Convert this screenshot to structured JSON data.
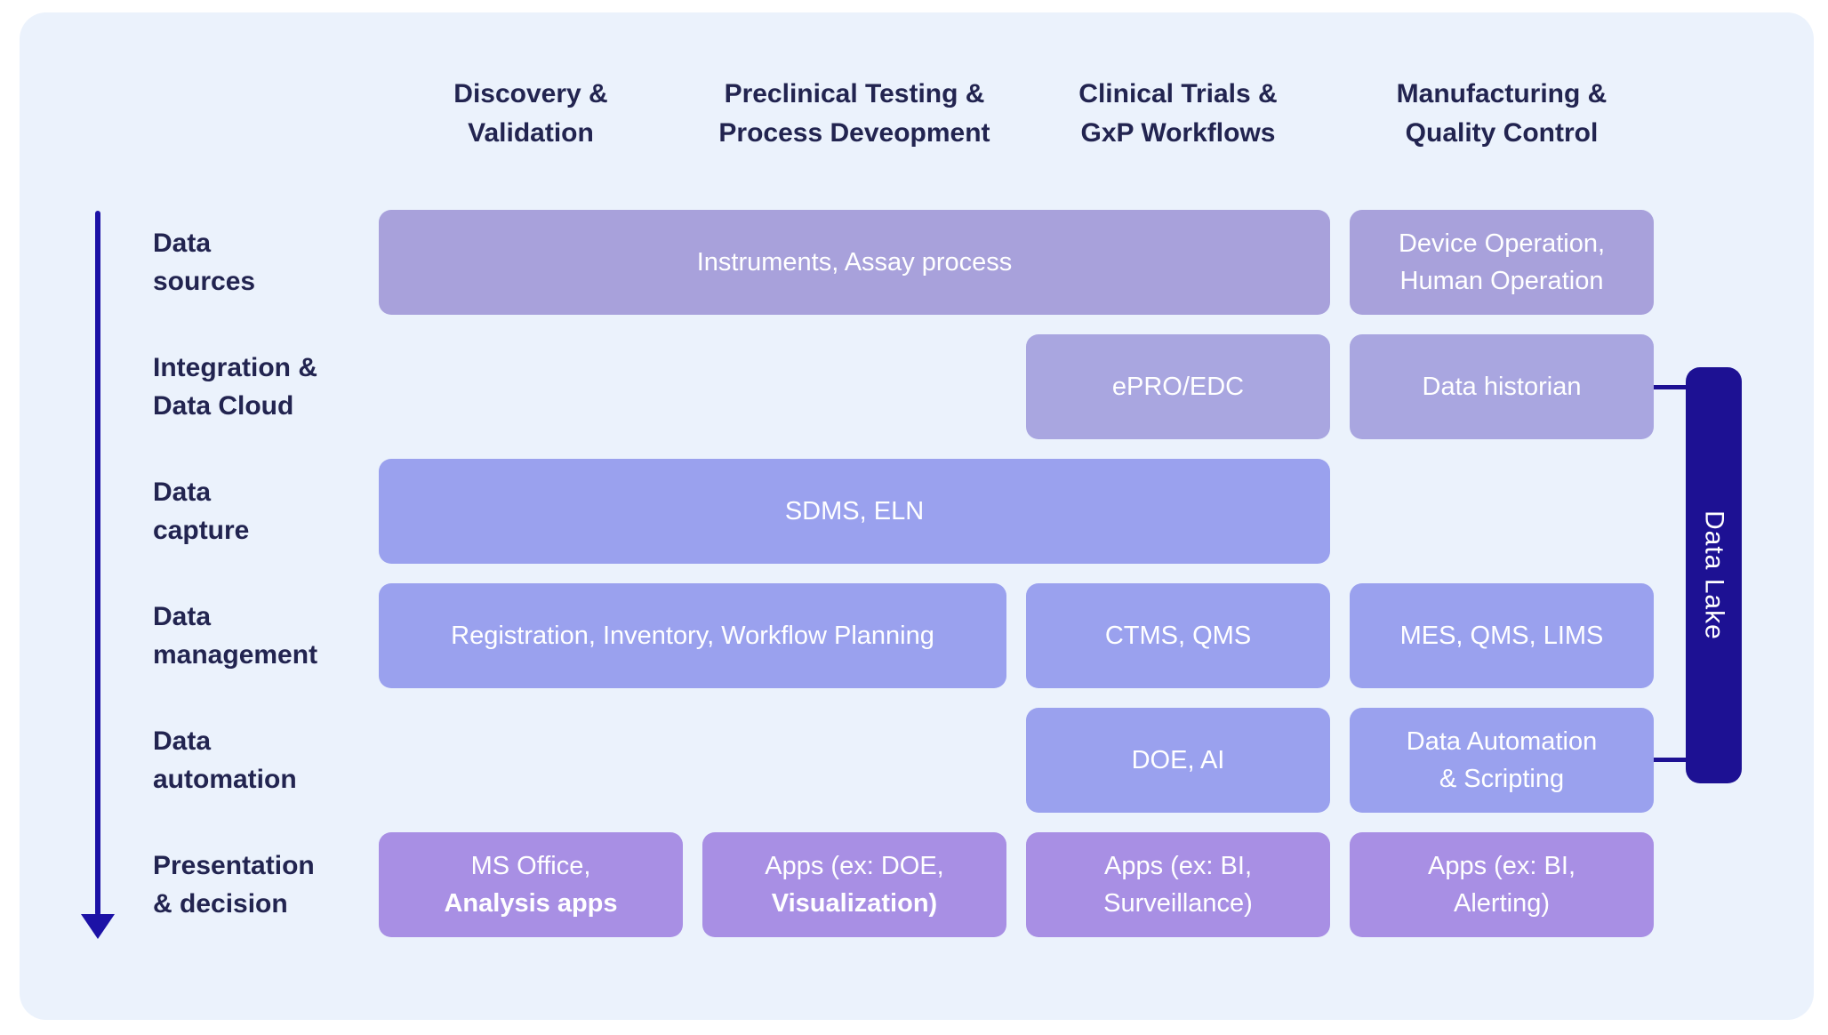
{
  "columns": [
    {
      "line1": "Discovery &",
      "line2": "Validation"
    },
    {
      "line1": "Preclinical Testing &",
      "line2": "Process Deveopment"
    },
    {
      "line1": "Clinical Trials &",
      "line2": "GxP Workflows"
    },
    {
      "line1": "Manufacturing &",
      "line2": "Quality Control"
    }
  ],
  "rows": [
    {
      "line1": "Data",
      "line2": "sources"
    },
    {
      "line1": "Integration &",
      "line2": "Data Cloud"
    },
    {
      "line1": "Data",
      "line2": "capture"
    },
    {
      "line1": "Data",
      "line2": "management"
    },
    {
      "line1": "Data",
      "line2": "automation"
    },
    {
      "line1": "Presentation",
      "line2": "& decision"
    }
  ],
  "boxes": {
    "instruments": {
      "label": "Instruments, Assay process"
    },
    "device_operation": {
      "line1": "Device Operation,",
      "line2": "Human Operation"
    },
    "epro_edc": {
      "label": "ePRO/EDC"
    },
    "data_historian": {
      "label": "Data historian"
    },
    "sdms_eln": {
      "label": "SDMS, ELN"
    },
    "registration": {
      "label": "Registration, Inventory, Workflow Planning"
    },
    "ctms_qms": {
      "label": "CTMS, QMS"
    },
    "mes_qms_lims": {
      "label": "MES, QMS, LIMS"
    },
    "doe_ai": {
      "label": "DOE, AI"
    },
    "data_automation": {
      "line1": "Data Automation",
      "line2": "& Scripting"
    },
    "ms_office": {
      "line1": "MS Office,",
      "line2": "Analysis apps"
    },
    "apps_doe": {
      "line1": "Apps (ex: DOE,",
      "line2": "Visualization)"
    },
    "apps_bi_surveillance": {
      "line1": "Apps (ex: BI,",
      "line2": "Surveillance)"
    },
    "apps_bi_alerting": {
      "line1": "Apps (ex: BI,",
      "line2": "Alerting)"
    }
  },
  "data_lake": {
    "label": "Data Lake"
  },
  "colors": {
    "card_background": "#ebf2fc",
    "heading_text": "#222450",
    "box_row1_row2": "#a8a1db",
    "box_row2": "#a9a6e0",
    "box_rows3to5": "#9aa1ee",
    "box_row6": "#a88fe4",
    "box_text": "#ffffff",
    "data_lake_bar": "#1d1193",
    "flow_arrow": "#1c12a6"
  }
}
